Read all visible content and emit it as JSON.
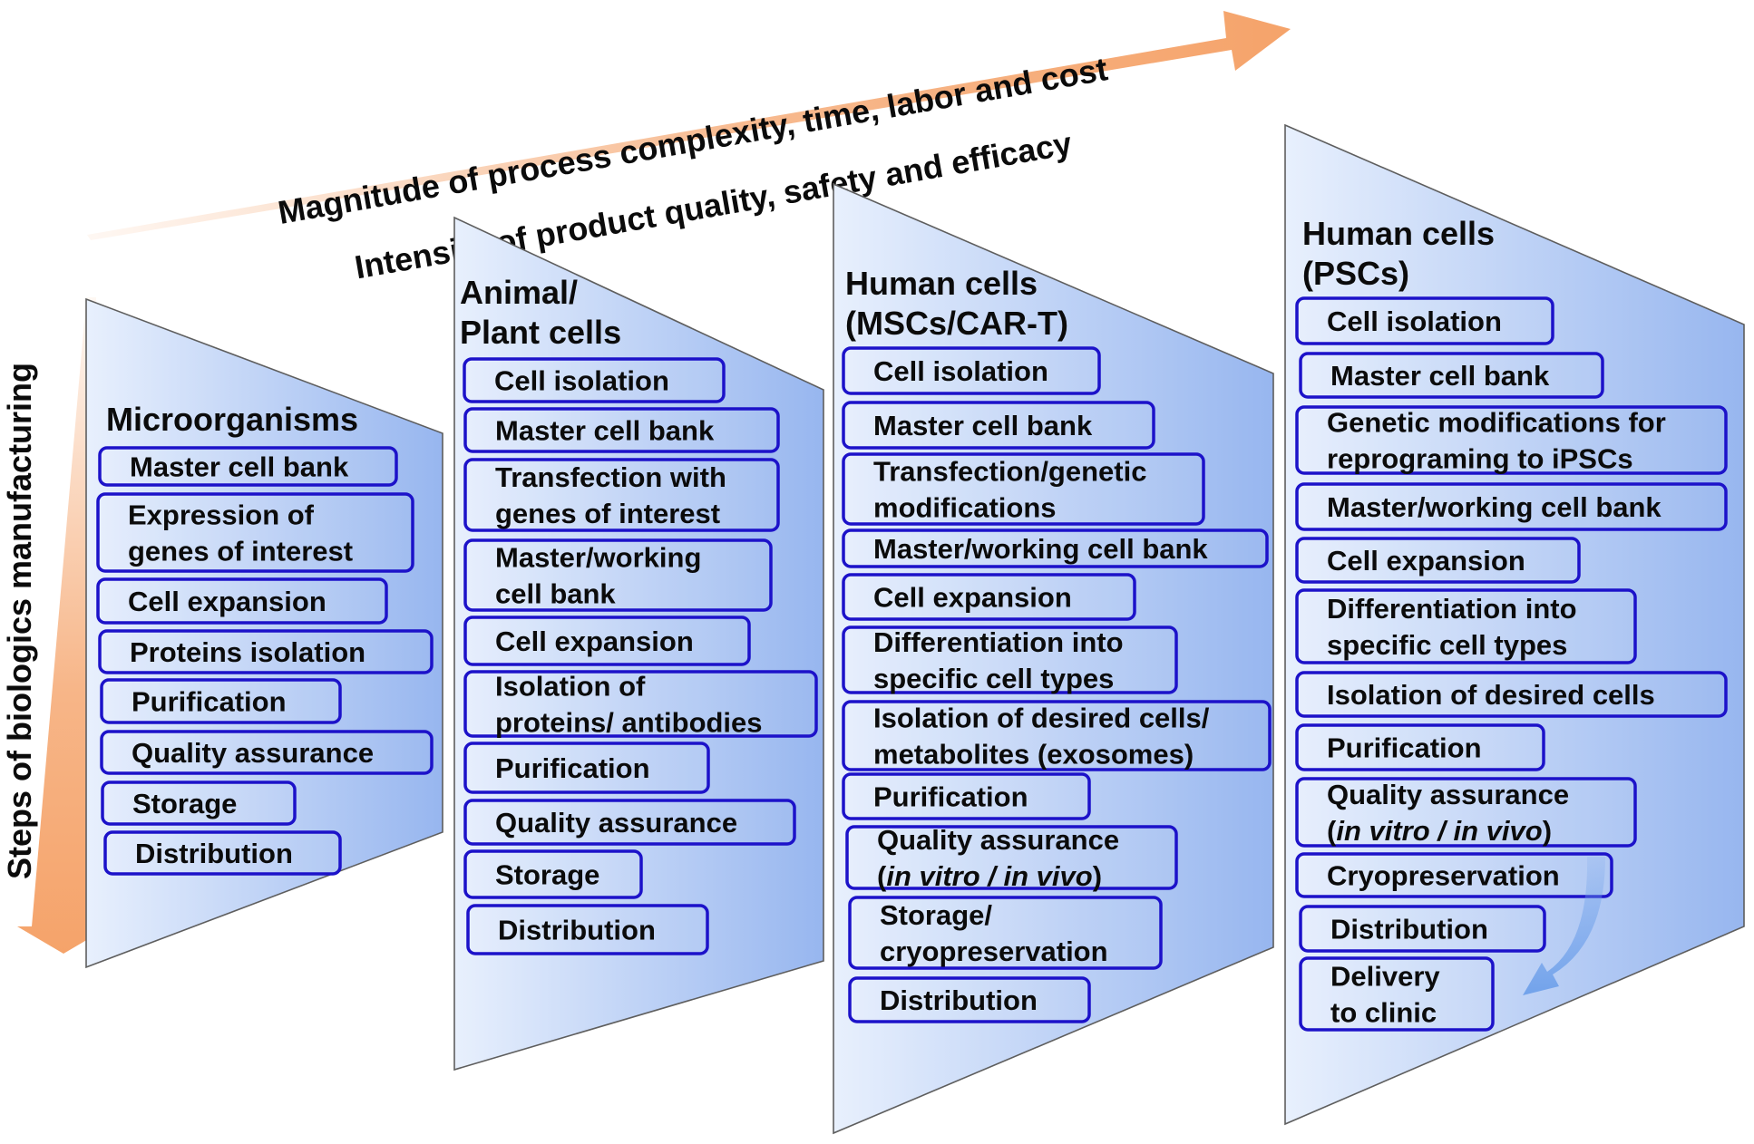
{
  "arrows": {
    "horizontal_top": "Magnitude of process complexity, time, labor and cost",
    "horizontal_bottom": "Intensity of product quality, safety and efficacy",
    "vertical": "Steps of biologics manufacturing"
  },
  "colors": {
    "arrow": "#f5a36a",
    "panel_light": "#e8f0fd",
    "panel_dark": "#97b6ef",
    "box_border": "#1c12c9",
    "curved_arrow": "#6ea0ea"
  },
  "panels": [
    {
      "title": [
        "Microorganisms"
      ],
      "steps": [
        {
          "lines": [
            "Master cell bank"
          ]
        },
        {
          "lines": [
            "Expression of",
            "genes of interest"
          ]
        },
        {
          "lines": [
            "Cell expansion"
          ]
        },
        {
          "lines": [
            "Proteins isolation"
          ]
        },
        {
          "lines": [
            "Purification"
          ]
        },
        {
          "lines": [
            "Quality assurance"
          ]
        },
        {
          "lines": [
            "Storage"
          ]
        },
        {
          "lines": [
            "Distribution"
          ]
        }
      ]
    },
    {
      "title": [
        "Animal/",
        "Plant  cells"
      ],
      "steps": [
        {
          "lines": [
            "Cell isolation"
          ]
        },
        {
          "lines": [
            "Master cell bank"
          ]
        },
        {
          "lines": [
            "Transfection with",
            "genes of interest"
          ]
        },
        {
          "lines": [
            "Master/working",
            "cell bank"
          ]
        },
        {
          "lines": [
            "Cell expansion"
          ]
        },
        {
          "lines": [
            "Isolation of",
            "proteins/ antibodies"
          ]
        },
        {
          "lines": [
            "Purification"
          ]
        },
        {
          "lines": [
            "Quality assurance"
          ]
        },
        {
          "lines": [
            "Storage"
          ]
        },
        {
          "lines": [
            "Distribution"
          ]
        }
      ]
    },
    {
      "title": [
        "Human cells",
        "(MSCs/CAR-T)"
      ],
      "steps": [
        {
          "lines": [
            "Cell isolation"
          ]
        },
        {
          "lines": [
            "Master cell bank"
          ]
        },
        {
          "lines": [
            "Transfection/genetic",
            "modifications"
          ]
        },
        {
          "lines": [
            "Master/working cell bank"
          ]
        },
        {
          "lines": [
            "Cell expansion"
          ]
        },
        {
          "lines": [
            "Differentiation into",
            "specific cell types"
          ]
        },
        {
          "lines": [
            "Isolation of desired cells/",
            "metabolites (exosomes)"
          ]
        },
        {
          "lines": [
            "Purification"
          ]
        },
        {
          "lines": [
            "Quality assurance",
            "(in vitro / in vivo)"
          ]
        },
        {
          "lines": [
            "Storage/",
            "cryopreservation"
          ]
        },
        {
          "lines": [
            "Distribution"
          ]
        }
      ]
    },
    {
      "title": [
        "Human cells",
        "(PSCs)"
      ],
      "steps": [
        {
          "lines": [
            "Cell isolation"
          ]
        },
        {
          "lines": [
            "Master cell bank"
          ]
        },
        {
          "lines": [
            "Genetic modifications for",
            "reprograming to iPSCs"
          ]
        },
        {
          "lines": [
            "Master/working cell bank"
          ]
        },
        {
          "lines": [
            "Cell expansion"
          ]
        },
        {
          "lines": [
            "Differentiation into",
            "specific cell types"
          ]
        },
        {
          "lines": [
            "Isolation of desired cells"
          ]
        },
        {
          "lines": [
            "Purification"
          ]
        },
        {
          "lines": [
            "Quality assurance",
            "(in vitro / in vivo)"
          ]
        },
        {
          "lines": [
            "Cryopreservation"
          ]
        },
        {
          "lines": [
            "Distribution"
          ]
        },
        {
          "lines": [
            "Delivery",
            "to clinic"
          ]
        }
      ]
    }
  ]
}
